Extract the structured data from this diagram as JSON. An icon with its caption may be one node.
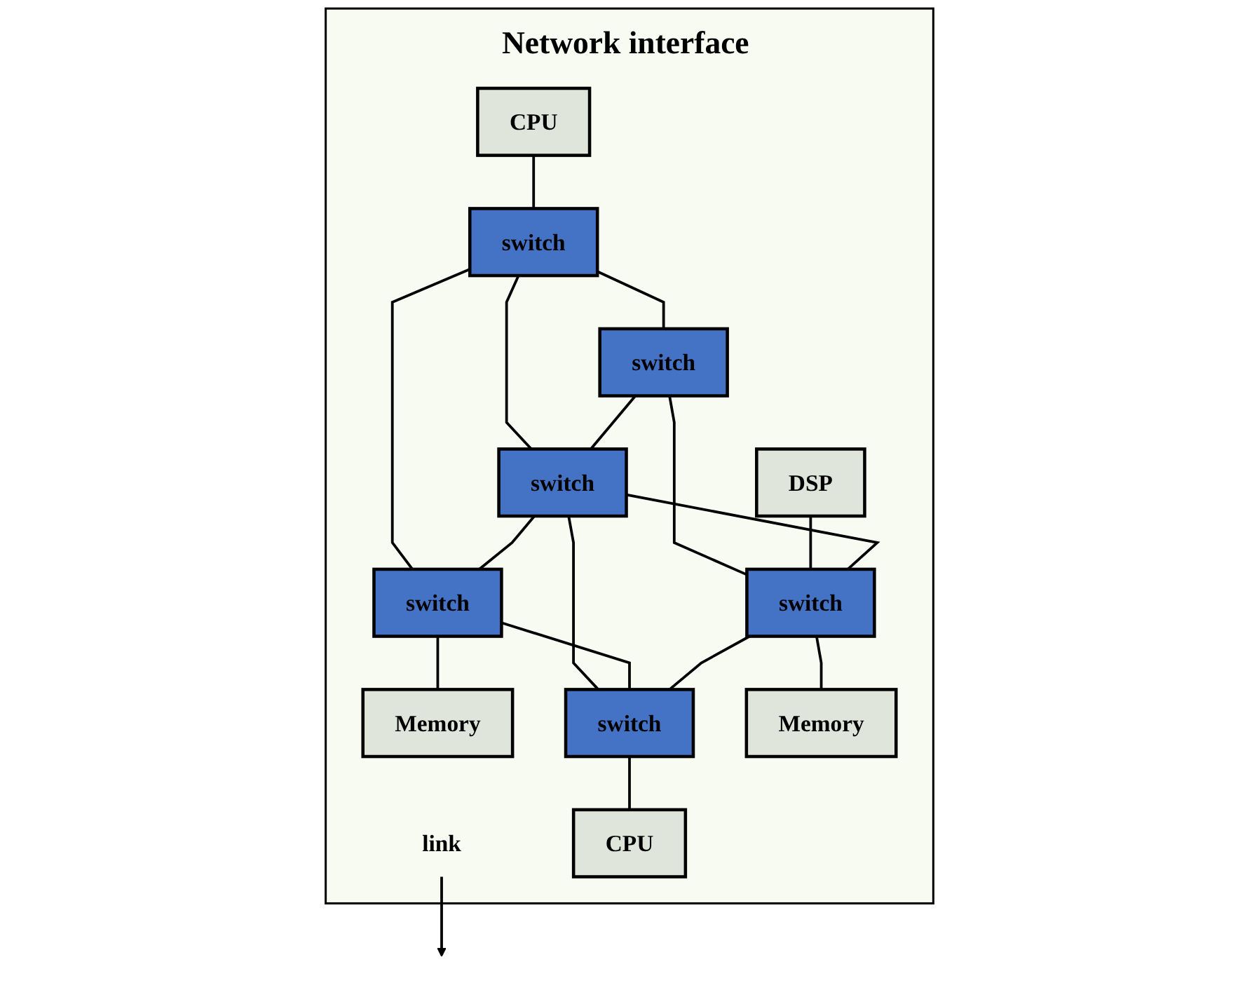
{
  "diagram": {
    "nodes": [
      {
        "text": [
          "Network interface"
        ]
      },
      {
        "text": [
          "DSP"
        ],
        "in": 0
      },
      {
        "text": [
          "link"
        ],
        "in": 0
      },
      {
        "text": [
          "CPU"
        ],
        "in": 0
      },
      {
        "text": [
          "switch"
        ],
        "in": 0
      },
      {
        "text": [
          "switch"
        ],
        "in": 0
      },
      {
        "text": [
          "switch"
        ],
        "in": 0
      },
      {
        "text": [
          "switch"
        ],
        "in": 0
      },
      {
        "text": [
          "switch"
        ],
        "in": 0
      },
      {
        "text": [
          "Memory"
        ],
        "in": 0
      },
      {
        "text": [
          "switch"
        ],
        "in": 0
      },
      {
        "text": [
          "Memory"
        ],
        "in": 0
      },
      {
        "text": [
          "CPU"
        ],
        "in": 0
      }
    ],
    "edges": [
      {
        "from": 3,
        "to": 4,
        "arrow": "none"
      },
      {
        "from": 4,
        "to": 5,
        "arrow": "none"
      },
      {
        "from": 4,
        "to": 8,
        "arrow": "none"
      },
      {
        "from": 4,
        "to": 6,
        "arrow": "none"
      },
      {
        "from": 5,
        "to": 6,
        "arrow": "none"
      },
      {
        "from": 5,
        "to": 7,
        "arrow": "none"
      },
      {
        "from": 1,
        "to": 7,
        "arrow": "none"
      },
      {
        "from": 6,
        "to": 7,
        "arrow": "none"
      },
      {
        "from": 6,
        "to": 8,
        "arrow": "none"
      },
      {
        "from": 6,
        "to": 10,
        "arrow": "none"
      },
      {
        "from": 8,
        "to": 9,
        "arrow": "none"
      },
      {
        "from": 8,
        "to": 10,
        "arrow": "none"
      },
      {
        "from": 7,
        "to": 10,
        "arrow": "none"
      },
      {
        "from": 7,
        "to": 11,
        "arrow": "none"
      },
      {
        "from": 10,
        "to": 12,
        "arrow": "none"
      },
      {
        "from": 2,
        "to": null,
        "arrow": "to"
      }
    ]
  }
}
